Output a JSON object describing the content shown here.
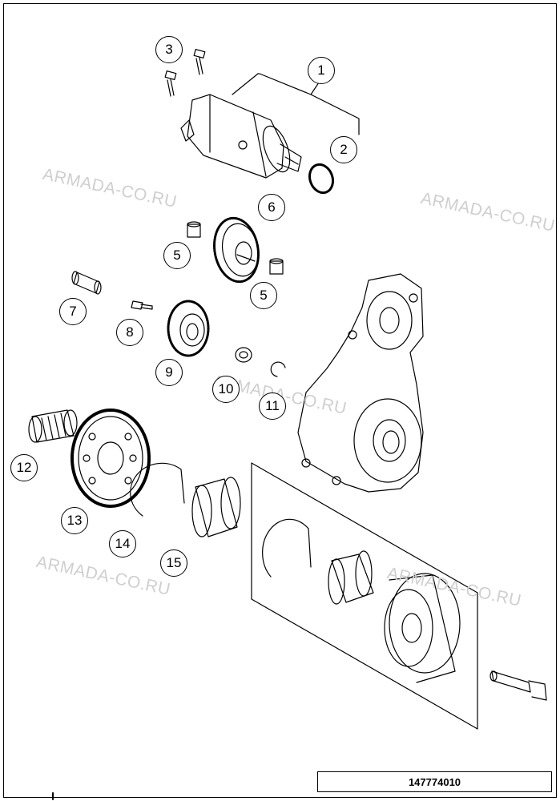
{
  "watermark": "ARMADA-CO.RU",
  "doc_number": "147774010",
  "callouts": [
    "1",
    "2",
    "3",
    "5",
    "5",
    "6",
    "7",
    "8",
    "9",
    "10",
    "11",
    "12",
    "13",
    "14",
    "15"
  ],
  "colors": {
    "line": "#000000",
    "watermark": "#cfcfcf",
    "background": "#ffffff"
  }
}
